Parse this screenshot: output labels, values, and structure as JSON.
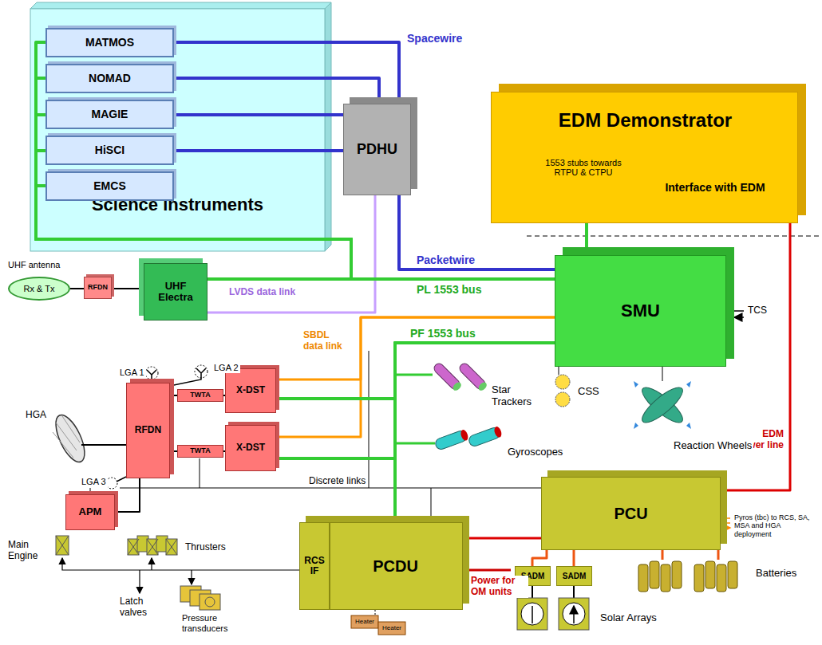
{
  "diagram": {
    "nodes": [
      {
        "text": [
          "Science instruments"
        ]
      },
      {
        "text": [
          "MATMOS"
        ],
        "in": 0
      },
      {
        "text": [
          "NOMAD"
        ],
        "in": 0
      },
      {
        "text": [
          "MAGIE"
        ],
        "in": 0
      },
      {
        "text": [
          "HiSCI"
        ],
        "in": 0
      },
      {
        "text": [
          "EMCS"
        ],
        "in": 0
      },
      {
        "text": [
          "PDHU"
        ]
      },
      {
        "text": [
          "EDM Demonstrator",
          "1553 stubs towards RTPU & CTPU",
          "Interface with EDM"
        ]
      },
      {
        "text": [
          "SMU"
        ]
      },
      {
        "text": [
          "UHF Electra"
        ]
      },
      {
        "text": [
          "RFDN"
        ]
      },
      {
        "text": [
          "Rx & Tx"
        ]
      },
      {
        "text": [
          "RFDN"
        ]
      },
      {
        "text": [
          "TWTA"
        ]
      },
      {
        "text": [
          "TWTA"
        ]
      },
      {
        "text": [
          "X-DST"
        ]
      },
      {
        "text": [
          "X-DST"
        ]
      },
      {
        "text": [
          "APM"
        ]
      },
      {
        "text": [
          "PCU"
        ]
      },
      {
        "text": [
          "PCDU"
        ]
      },
      {
        "text": [
          "RCS IF"
        ],
        "in": 19
      },
      {
        "text": [
          "SADM"
        ]
      },
      {
        "text": [
          "SADM"
        ]
      }
    ],
    "edges": [
      {
        "from": 1,
        "to": 6,
        "arrow": "none",
        "label": "Spacewire"
      },
      {
        "from": 2,
        "to": 6,
        "arrow": "none"
      },
      {
        "from": 3,
        "to": 6,
        "arrow": "none"
      },
      {
        "from": 4,
        "to": 6,
        "arrow": "none"
      },
      {
        "from": 6,
        "to": 8,
        "arrow": "none",
        "label": "Packetwire"
      },
      {
        "from": 9,
        "to": 6,
        "arrow": "none",
        "label": "LVDS data link"
      },
      {
        "from": 8,
        "to": 1,
        "arrow": "none"
      },
      {
        "from": 8,
        "to": 2,
        "arrow": "none"
      },
      {
        "from": 8,
        "to": 3,
        "arrow": "none"
      },
      {
        "from": 8,
        "to": 4,
        "arrow": "none"
      },
      {
        "from": 8,
        "to": 5,
        "arrow": "none"
      },
      {
        "from": 8,
        "to": 9,
        "arrow": "none",
        "label": "PL 1553 bus"
      },
      {
        "from": 8,
        "to": 7,
        "arrow": "none"
      },
      {
        "from": 15,
        "to": 8,
        "arrow": "none",
        "label": "SBDL data link"
      },
      {
        "from": 16,
        "to": 8,
        "arrow": "none"
      },
      {
        "from": 15,
        "to": 8,
        "arrow": "none"
      },
      {
        "from": 16,
        "to": 8,
        "arrow": "none"
      },
      {
        "from": 8,
        "to": 19,
        "arrow": "none",
        "label": "PF 1553 bus"
      },
      {
        "from": 11,
        "to": 10,
        "arrow": "none"
      },
      {
        "from": 10,
        "to": 9,
        "arrow": "none"
      },
      {
        "from": 12,
        "to": 13,
        "arrow": "none"
      },
      {
        "from": 12,
        "to": 14,
        "arrow": "none"
      },
      {
        "from": 13,
        "to": 15,
        "arrow": "none"
      },
      {
        "from": 14,
        "to": 16,
        "arrow": "none"
      },
      {
        "from": 12,
        "to": 17,
        "arrow": "none"
      },
      {
        "from": 18,
        "to": 7,
        "arrow": "none",
        "label": "EDM power line"
      },
      {
        "from": 19,
        "to": 18,
        "arrow": "none"
      },
      {
        "from": 18,
        "to": 21,
        "arrow": "none"
      },
      {
        "from": 18,
        "to": 22,
        "arrow": "none"
      }
    ],
    "labels": [
      "UHF antenna",
      "LGA 1",
      "LGA 2",
      "HGA",
      "LGA 3",
      "Star Trackers",
      "CSS",
      "Gyroscopes",
      "Reaction Wheels",
      "TCS",
      "Discrete links",
      "Pyros (tbc) to RCS, SA, MSA and HGA deployment",
      "Main Engine",
      "Thrusters",
      "Latch valves",
      "Pressure transducers",
      "Power for OM units",
      "Heater",
      "Heater",
      "Batteries",
      "Solar Arrays"
    ]
  }
}
